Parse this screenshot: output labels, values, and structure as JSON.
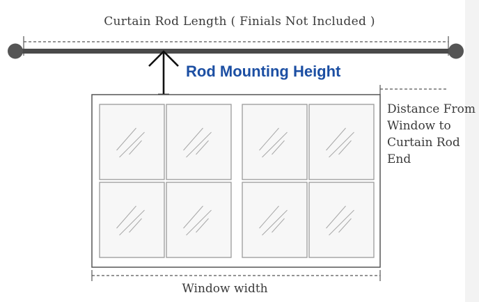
{
  "labels": {
    "rod_length": "Curtain Rod Length ( Finials Not Included )",
    "mounting_height": "Rod Mounting Height",
    "distance_lines": [
      "Distance From",
      "Window to",
      "Curtain Rod",
      "End"
    ],
    "window_width": "Window width"
  },
  "colors": {
    "rod": "#4a4a4a",
    "finial": "#555555",
    "frame": "#555555",
    "pane_border": "#9a9a9a",
    "pane_fill": "#f7f7f7",
    "glare": "#a8a8a8",
    "dashed": "#555555",
    "arrow": "#111111",
    "accent_text": "#1c4fa3"
  },
  "window": {
    "columns": 4,
    "rows": 2
  }
}
